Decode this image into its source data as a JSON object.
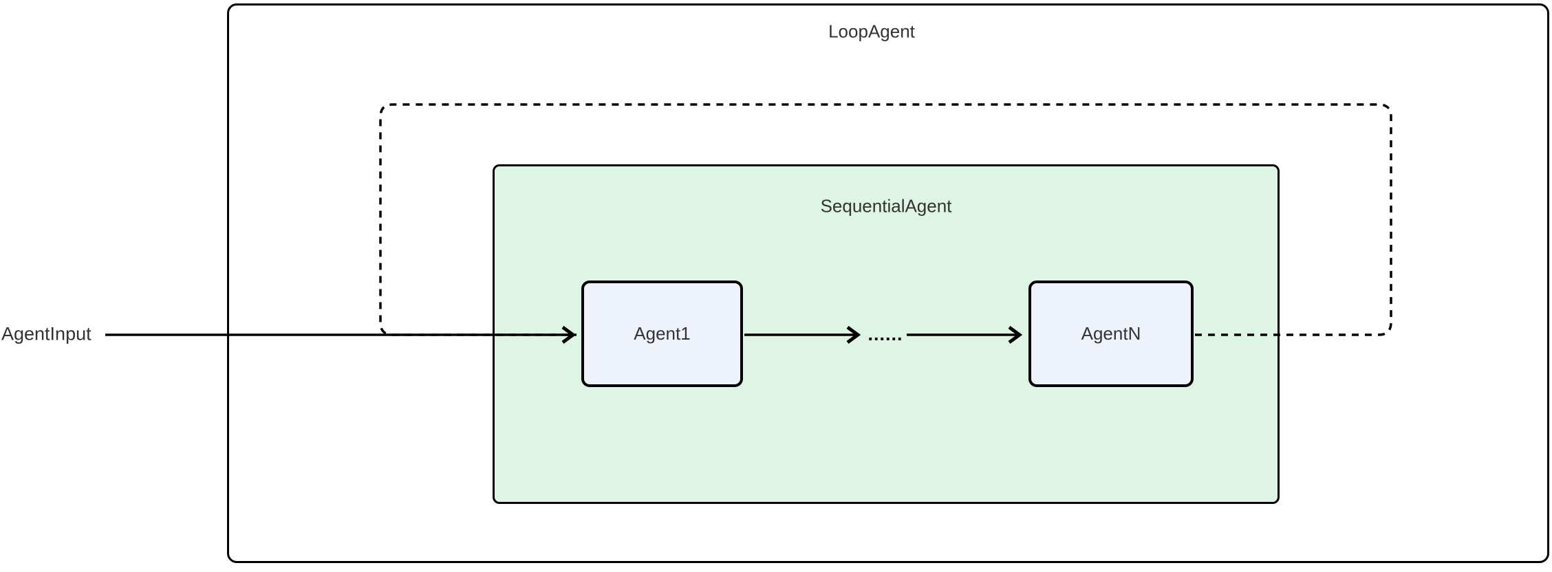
{
  "diagram": {
    "type": "flowchart",
    "outer_group": {
      "label": "LoopAgent"
    },
    "inner_group": {
      "label": "SequentialAgent"
    },
    "nodes": [
      {
        "id": "agent1",
        "label": "Agent1"
      },
      {
        "id": "agentN",
        "label": "AgentN"
      }
    ],
    "input_label": "AgentInput",
    "ellipsis": "......",
    "edges": [
      {
        "from": "AgentInput",
        "to": "Agent1",
        "style": "solid-arrow"
      },
      {
        "from": "Agent1",
        "to": "......",
        "style": "solid-arrow"
      },
      {
        "from": "......",
        "to": "AgentN",
        "style": "solid-arrow"
      },
      {
        "from": "AgentN",
        "to": "Agent1",
        "style": "dashed-loop-back"
      }
    ],
    "colors": {
      "line": "#000000",
      "text": "#333333",
      "background": "#ffffff",
      "outer_border": "#000000",
      "sequential_fill": "#def5e6",
      "sequential_border": "#000000",
      "node_fill": "#eef2fb",
      "node_border": "#000000"
    }
  }
}
